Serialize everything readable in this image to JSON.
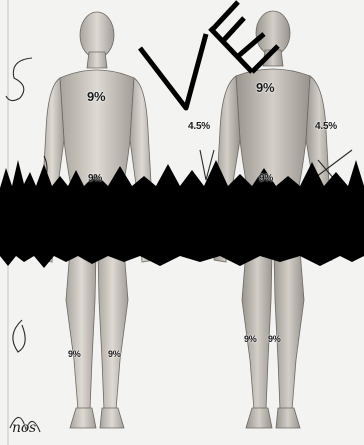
{
  "labels": {
    "front_chest": "9%",
    "back_upper": "9%",
    "back_arm_left": "4.5%",
    "back_arm_right": "4.5%",
    "front_abdomen": "9%",
    "back_lower": "9%",
    "front_leg_left": "9%",
    "front_leg_right": "9%",
    "back_leg_left": "9%",
    "back_leg_right": "9%"
  },
  "handwriting": {
    "bottom_left": "nos"
  },
  "colors": {
    "skin_light": "#d9d5cf",
    "skin_shadow": "#8f8a84",
    "censor_bar": "#000000",
    "watermark": "#000000"
  }
}
